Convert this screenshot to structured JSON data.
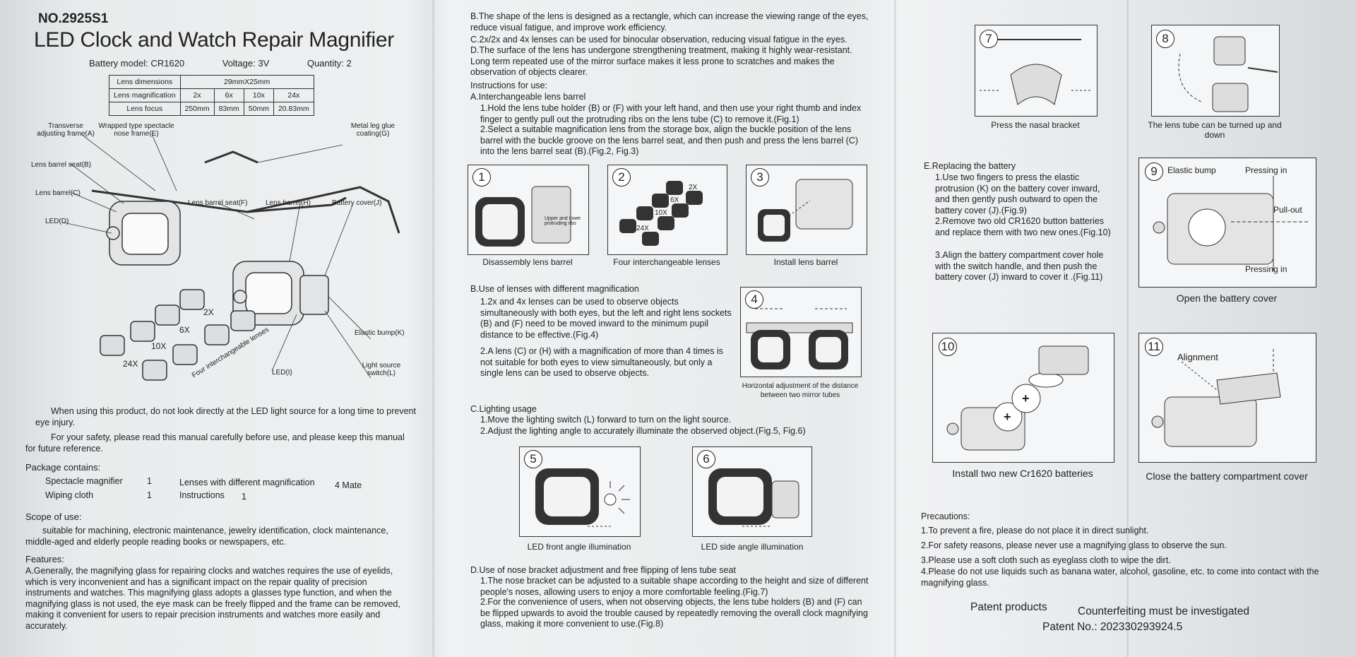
{
  "panel1": {
    "model_no": "NO.2925S1",
    "title": "LED Clock and Watch Repair Magnifier",
    "battery_model": "Battery model: CR1620",
    "voltage": "Voltage: 3V",
    "quantity": "Quantity: 2",
    "spec_table": {
      "row1_label": "Lens dimensions",
      "row1_value": "29mmX25mm",
      "row2_label": "Lens magnification",
      "mags": [
        "2x",
        "6x",
        "10x",
        "24x"
      ],
      "row3_label": "Lens focus",
      "focus": [
        "250mm",
        "83mm",
        "50mm",
        "20.83mm"
      ]
    },
    "parts": {
      "transverse": "Transverse adjusting frame(A)",
      "nose_frame": "Wrapped type spectacle nose frame(E)",
      "metal_leg": "Metal leg glue coating(G)",
      "barrel_seat_b": "Lens barrel seat(B)",
      "barrel_c": "Lens barrel(C)",
      "barrel_seat_f": "Lens barrel seat(F)",
      "barrel_h": "Lens barrel(H)",
      "battery_cover": "Battery cover(J)",
      "led_d": "LED(D)",
      "elastic_bump": "Elastic bump(K)",
      "led_i": "LED(I)",
      "light_switch": "Light source switch(L)",
      "lens_2x": "2X",
      "lens_6x": "6X",
      "lens_10x": "10X",
      "lens_24x": "24X",
      "four_lenses": "Four interchangeable lenses"
    },
    "warning_1": "When using this product, do not look directly at the LED light source for a long time to prevent eye injury.",
    "warning_2": "For your safety, please read this manual carefully before use, and please keep this manual for future reference.",
    "package_title": "Package contains:",
    "package": {
      "item1": "Spectacle magnifier",
      "qty1": "1",
      "item2": "Lenses with different magnification",
      "qty2": "4 Mate",
      "item3": "Wiping cloth",
      "qty3": "1",
      "item4": "Instructions",
      "qty4": "1"
    },
    "scope_title": "Scope of use:",
    "scope_text": "suitable for machining, electronic maintenance, jewelry identification, clock maintenance, middle-aged and elderly people reading books or newspapers, etc.",
    "features_title": "Features:",
    "feature_a": "A.Generally, the magnifying glass for repairing clocks and watches requires the use of eyelids, which is very inconvenient and has a significant impact on the repair quality of precision instruments and watches. This magnifying glass adopts a glasses type function, and when the magnifying glass is not used, the eye mask can be freely flipped and the frame can be removed, making it convenient for users to repair precision instruments and watches more easily and accurately."
  },
  "panel2": {
    "feature_b": "B.The shape of the lens is designed as a rectangle, which can increase the viewing range of the eyes, reduce visual fatigue, and improve work efficiency.",
    "feature_c": "C.2x/2x and 4x lenses can be used for binocular observation, reducing visual fatigue in the eyes.",
    "feature_d": "D.The surface of the lens has undergone strengthening treatment, making it highly wear-resistant. Long term repeated use of the mirror surface makes it less prone to scratches and makes the observation of objects clearer.",
    "instructions_title": "Instructions for use:",
    "sec_a_title": "A.Interchangeable lens barrel",
    "sec_a_1": "1.Hold the lens tube holder (B) or (F) with your left hand, and then use your right thumb and index finger to gently pull out the protruding ribs on the lens tube (C) to remove it.(Fig.1)",
    "sec_a_2": "2.Select a suitable magnification lens from the storage box, align the buckle position of the lens barrel with the buckle groove on the lens barrel seat, and then push and press the lens barrel (C) into the lens barrel seat (B).(Fig.2, Fig.3)",
    "fig1_num": "1",
    "fig1_note": "Upper and lower protruding ribs",
    "fig1_cap": "Disassembly lens barrel",
    "fig2_num": "2",
    "fig2_cap": "Four interchangeable lenses",
    "fig2_l2": "2X",
    "fig2_l6": "6X",
    "fig2_l10": "10X",
    "fig2_l24": "24X",
    "fig3_num": "3",
    "fig3_cap": "Install lens barrel",
    "sec_b_title": "B.Use of lenses with different magnification",
    "sec_b_1": "1.2x and 4x lenses can be used to observe objects simultaneously with both eyes, but the left and right lens sockets (B) and (F) need to be moved inward to the minimum pupil distance to be effective.(Fig.4)",
    "sec_b_2": "2.A lens (C) or (H) with a magnification of more than 4 times is not suitable for both eyes to view simultaneously, but only a single lens can be used to observe objects.",
    "fig4_num": "4",
    "fig4_cap": "Horizontal adjustment of the distance between two mirror tubes",
    "sec_c_title": "C.Lighting usage",
    "sec_c_1": "1.Move the lighting switch (L) forward to turn on the light source.",
    "sec_c_2": "2.Adjust the lighting angle to accurately illuminate the observed object.(Fig.5, Fig.6)",
    "fig5_num": "5",
    "fig5_cap": "LED front angle illumination",
    "fig6_num": "6",
    "fig6_cap": "LED side angle illumination",
    "sec_d_title": "D.Use of nose bracket adjustment and free flipping of lens tube seat",
    "sec_d_1": "1.The nose bracket can be adjusted to a suitable shape according to the height and size of different people's noses, allowing users to enjoy a more comfortable feeling.(Fig.7)",
    "sec_d_2": "2.For the convenience of users, when not observing objects, the lens tube holders (B) and (F) can be flipped upwards to avoid the trouble caused by repeatedly removing the overall clock magnifying glass, making it more convenient to use.(Fig.8)"
  },
  "panel3": {
    "fig7_num": "7",
    "fig7_cap": "Press the nasal bracket",
    "fig8_num": "8",
    "fig8_cap": "The lens tube can be turned up and down",
    "sec_e_title": "E.Replacing the battery",
    "sec_e_1": "1.Use two fingers to press the elastic protrusion (K) on the battery cover inward, and then gently push outward to open the battery cover (J).(Fig.9)",
    "sec_e_2": "2.Remove two old CR1620 button batteries and replace them with two new ones.(Fig.10)",
    "sec_e_3": "3.Align the battery compartment cover hole with the switch handle, and then push the battery cover (J) inward to cover it .(Fig.11)",
    "fig9_num": "9",
    "fig9_bump": "Elastic bump",
    "fig9_press_top": "Pressing in",
    "fig9_pull": "Pull-out",
    "fig9_press_bottom": "Pressing in",
    "fig9_cap": "Open the battery cover",
    "fig10_num": "10",
    "fig10_cap": "Install two new Cr1620 batteries",
    "plus": "+",
    "fig11_num": "11",
    "fig11_align": "Alignment",
    "fig11_cap": "Close the battery compartment cover",
    "precautions_title": "Precautions:",
    "prec_1": "1.To prevent a fire, please do not place it in direct sunlight.",
    "prec_2": "2.For safety reasons, please never use a magnifying glass to observe the sun.",
    "prec_3": "3.Please use a soft cloth such as eyeglass cloth to wipe the dirt.",
    "prec_4": "4.Please do not use liquids such as banana water, alcohol, gasoline, etc. to come into contact with the magnifying glass.",
    "patent_products": "Patent products",
    "counterfeit": "Counterfeiting must be investigated",
    "patent_no": "Patent No.: 202330293924.5"
  }
}
